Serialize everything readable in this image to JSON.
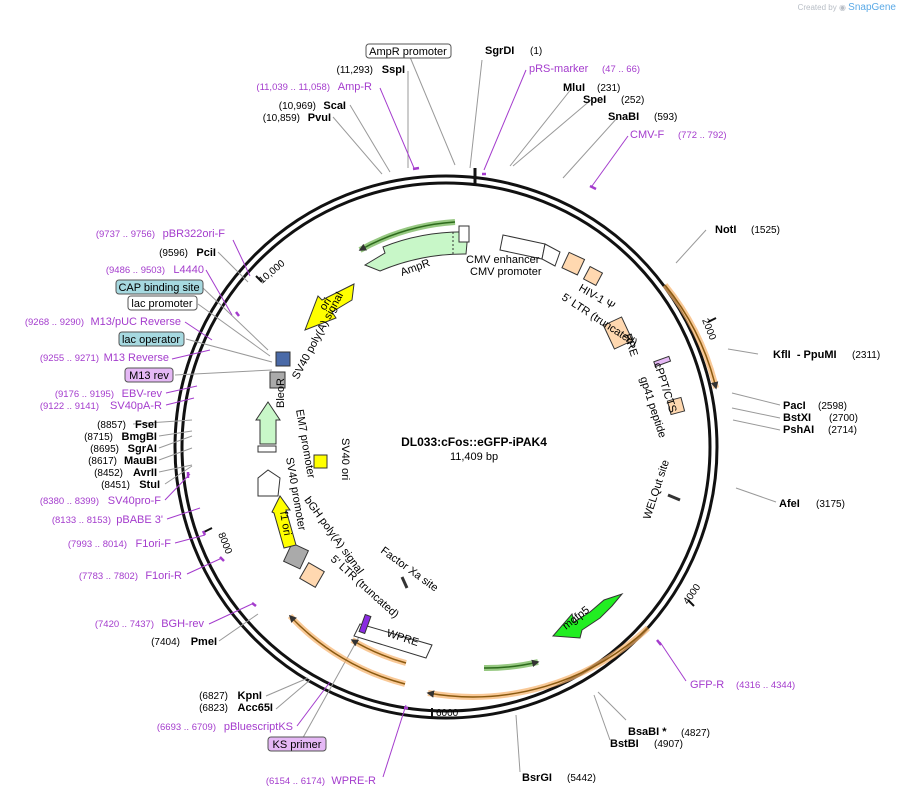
{
  "brand": {
    "created_by": "Created by",
    "name": "SnapGene"
  },
  "plasmid": {
    "name": "DL033:cFos::eGFP-iPAK4",
    "size": "11,409 bp"
  },
  "ticks": [
    "2000",
    "4000",
    "6000",
    "8000",
    "10,000"
  ],
  "sites_right": [
    {
      "name": "SgrDI",
      "pos": "(1)"
    },
    {
      "name": "MluI",
      "pos": "(231)"
    },
    {
      "name": "SpeI",
      "pos": "(252)"
    },
    {
      "name": "SnaBI",
      "pos": "(593)"
    },
    {
      "name": "NotI",
      "pos": "(1525)"
    },
    {
      "name": "KflI  - PpuMI",
      "pos": "(2311)"
    },
    {
      "name": "PacI",
      "pos": "(2598)"
    },
    {
      "name": "BstXI",
      "pos": "(2700)"
    },
    {
      "name": "PshAI",
      "pos": "(2714)"
    },
    {
      "name": "AfeI",
      "pos": "(3175)"
    },
    {
      "name": "BsaBI *",
      "pos": "(4827)"
    },
    {
      "name": "BstBI",
      "pos": "(4907)"
    },
    {
      "name": "BsrGI",
      "pos": "(5442)"
    }
  ],
  "sites_left": [
    {
      "name": "SspI",
      "pos": "(11,293)"
    },
    {
      "name": "ScaI",
      "pos": "(10,969)"
    },
    {
      "name": "PvuI",
      "pos": "(10,859)"
    },
    {
      "name": "PciI",
      "pos": "(9596)"
    },
    {
      "name": "FseI",
      "pos": "(8857)"
    },
    {
      "name": "BmgBI",
      "pos": "(8715)"
    },
    {
      "name": "SgrAI",
      "pos": "(8695)"
    },
    {
      "name": "MauBI",
      "pos": "(8617)"
    },
    {
      "name": "AvrII",
      "pos": "(8452)"
    },
    {
      "name": "StuI",
      "pos": "(8451)"
    },
    {
      "name": "PmeI",
      "pos": "(7404)"
    },
    {
      "name": "KpnI",
      "pos": "(6827)"
    },
    {
      "name": "Acc65I",
      "pos": "(6823)"
    }
  ],
  "primers": [
    {
      "name": "pRS-marker",
      "pos": "(47 .. 66)"
    },
    {
      "name": "CMV-F",
      "pos": "(772 .. 792)"
    },
    {
      "name": "Amp-R",
      "pos": "(11,039 .. 11,058)"
    },
    {
      "name": "pBR322ori-F",
      "pos": "(9737 .. 9756)"
    },
    {
      "name": "L4440",
      "pos": "(9486 .. 9503)"
    },
    {
      "name": "M13/pUC Reverse",
      "pos": "(9268 .. 9290)"
    },
    {
      "name": "M13 Reverse",
      "pos": "(9255 .. 9271)"
    },
    {
      "name": "EBV-rev",
      "pos": "(9176 .. 9195)"
    },
    {
      "name": "SV40pA-R",
      "pos": "(9122 .. 9141)"
    },
    {
      "name": "SV40pro-F",
      "pos": "(8380 .. 8399)"
    },
    {
      "name": "pBABE 3'",
      "pos": "(8133 .. 8153)"
    },
    {
      "name": "F1ori-F",
      "pos": "(7993 .. 8014)"
    },
    {
      "name": "F1ori-R",
      "pos": "(7783 .. 7802)"
    },
    {
      "name": "BGH-rev",
      "pos": "(7420 .. 7437)"
    },
    {
      "name": "pBluescriptKS",
      "pos": "(6693 .. 6709)"
    },
    {
      "name": "WPRE-R",
      "pos": "(6154 .. 6174)"
    },
    {
      "name": "GFP-R",
      "pos": "(4316 .. 4344)"
    }
  ],
  "boxed_labels": [
    {
      "name": "AmpR promoter"
    },
    {
      "name": "CAP binding site"
    },
    {
      "name": "lac promoter"
    },
    {
      "name": "lac operator"
    },
    {
      "name": "M13 rev"
    },
    {
      "name": "KS primer"
    }
  ],
  "features": [
    {
      "name": "AmpR"
    },
    {
      "name": "CMV enhancer"
    },
    {
      "name": "CMV promoter"
    },
    {
      "name": "HIV-1 Ψ"
    },
    {
      "name": "5' LTR (truncated)"
    },
    {
      "name": "RRE"
    },
    {
      "name": "cPPT/CTS"
    },
    {
      "name": "gp41 peptide"
    },
    {
      "name": "WELQut site"
    },
    {
      "name": "mgfp5"
    },
    {
      "name": "WPRE"
    },
    {
      "name": "5' LTR (truncated)"
    },
    {
      "name": "Factor Xa site"
    },
    {
      "name": "bGH poly(A) signal"
    },
    {
      "name": "f1 ori"
    },
    {
      "name": "SV40 promoter"
    },
    {
      "name": "EM7 promoter"
    },
    {
      "name": "BleoR"
    },
    {
      "name": "SV40 ori"
    },
    {
      "name": "SV40 poly(A) signal"
    },
    {
      "name": "ori"
    }
  ],
  "colors": {
    "primer": "#a43ccd",
    "ampr": "#c8f7c8",
    "ori": "#ffff00",
    "ltr": "#ffd8b0",
    "mgfp5": "#22ee22",
    "cap_box": "#a6d9e0",
    "m13_box": "#e5b8f5",
    "orf_arc": "#f6b26b"
  }
}
